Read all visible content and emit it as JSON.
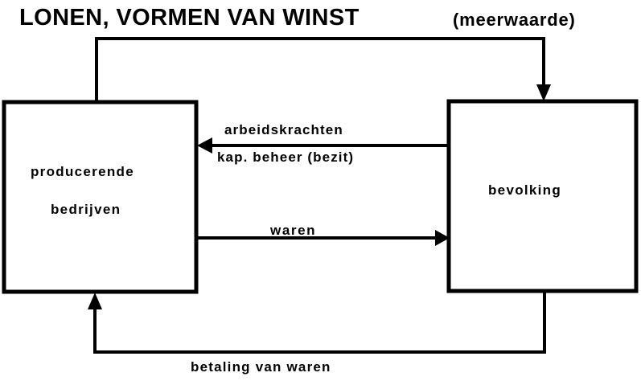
{
  "diagram": {
    "title": {
      "main": "LONEN, VORMEN VAN WINST",
      "parenthetical": "(meerwaarde)"
    },
    "nodes": [
      {
        "id": "producerende-bedrijven",
        "line1": "producerende",
        "line2": "bedrijven"
      },
      {
        "id": "bevolking",
        "line1": "bevolking"
      }
    ],
    "edges": [
      {
        "id": "lonen-winst",
        "label": "LONEN, VORMEN VAN WINST (meerwaarde)",
        "from": "producerende-bedrijven",
        "to": "bevolking",
        "direction": "down-into-bevolking"
      },
      {
        "id": "arbeidskrachten",
        "label_top": "arbeidskrachten",
        "label_bottom": "kap. beheer (bezit)",
        "from": "bevolking",
        "to": "producerende-bedrijven",
        "direction": "left"
      },
      {
        "id": "waren",
        "label": "waren",
        "from": "producerende-bedrijven",
        "to": "bevolking",
        "direction": "right"
      },
      {
        "id": "betaling-van-waren",
        "label": "betaling van waren",
        "from": "bevolking",
        "to": "producerende-bedrijven",
        "direction": "up-into-bedrijven"
      }
    ],
    "style": {
      "line_color": "#000000",
      "background": "#ffffff",
      "stroke_width": 4
    }
  }
}
